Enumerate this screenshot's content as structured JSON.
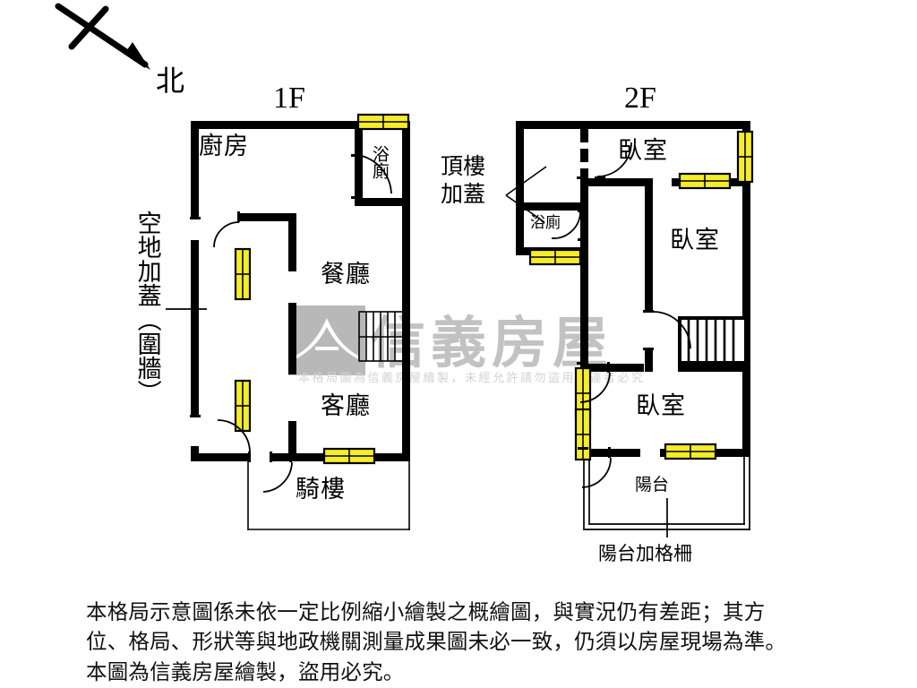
{
  "page": {
    "title": "房屋格局示意圖 1F 2F",
    "background": "#ffffff"
  },
  "compass": {
    "label": "北",
    "direction": "arrow pointing down-right (south-east) with cross stroke"
  },
  "colors": {
    "wall": "#000000",
    "window_fill": "#f5ec2a",
    "window_stroke": "#000000",
    "thin_line": "#000000",
    "watermark_gray": "#c2c2c2",
    "logo_gray": "#b8b8b8"
  },
  "watermark": {
    "logo_name": "xinyi-logo",
    "brand": "信義房屋",
    "fine_print": "本格局圖為信義房屋繪製，未經允許請勿盜用，違者必究"
  },
  "floors": [
    {
      "id": "1F",
      "label": "1F",
      "rooms": [
        {
          "name": "kitchen",
          "label": "廚房",
          "size": "large"
        },
        {
          "name": "bathroom",
          "label": "浴廁",
          "size": "small"
        },
        {
          "name": "dining-room",
          "label": "餐廳",
          "size": "large"
        },
        {
          "name": "living-room",
          "label": "客廳",
          "size": "large"
        },
        {
          "name": "arcade",
          "label": "騎樓",
          "size": "large"
        }
      ],
      "annotations": [
        {
          "name": "open-yard-roofed",
          "label": "空地加蓋（圍牆）",
          "orientation": "vertical",
          "leader": true
        }
      ],
      "features": [
        "stairs",
        "doors",
        "windows"
      ]
    },
    {
      "id": "2F",
      "label": "2F",
      "rooms": [
        {
          "name": "bedroom-1",
          "label": "臥室",
          "size": "large"
        },
        {
          "name": "bedroom-2",
          "label": "臥室",
          "size": "large"
        },
        {
          "name": "bedroom-3",
          "label": "臥室",
          "size": "large"
        },
        {
          "name": "bathroom",
          "label": "浴廁",
          "size": "small"
        },
        {
          "name": "balcony",
          "label": "陽台",
          "size": "medium"
        }
      ],
      "annotations": [
        {
          "name": "rooftop-addition",
          "label": "頂樓加蓋",
          "orientation": "horizontal",
          "leader": true,
          "leader_count": 2
        },
        {
          "name": "balcony-grille",
          "label": "陽台加格柵",
          "orientation": "horizontal",
          "leader": true,
          "leader_count": 1
        }
      ],
      "features": [
        "stairs",
        "doors",
        "windows",
        "dashed-wall"
      ]
    }
  ],
  "disclaimer": {
    "line1": "本格局示意圖係未依一定比例縮小繪製之概繪圖，與實況仍有差距；其方",
    "line2": "位、格局、形狀等與地政機關測量成果圖未必一致，仍須以房屋現場為準。",
    "line3": "本圖為信義房屋繪製，盜用必究。"
  }
}
